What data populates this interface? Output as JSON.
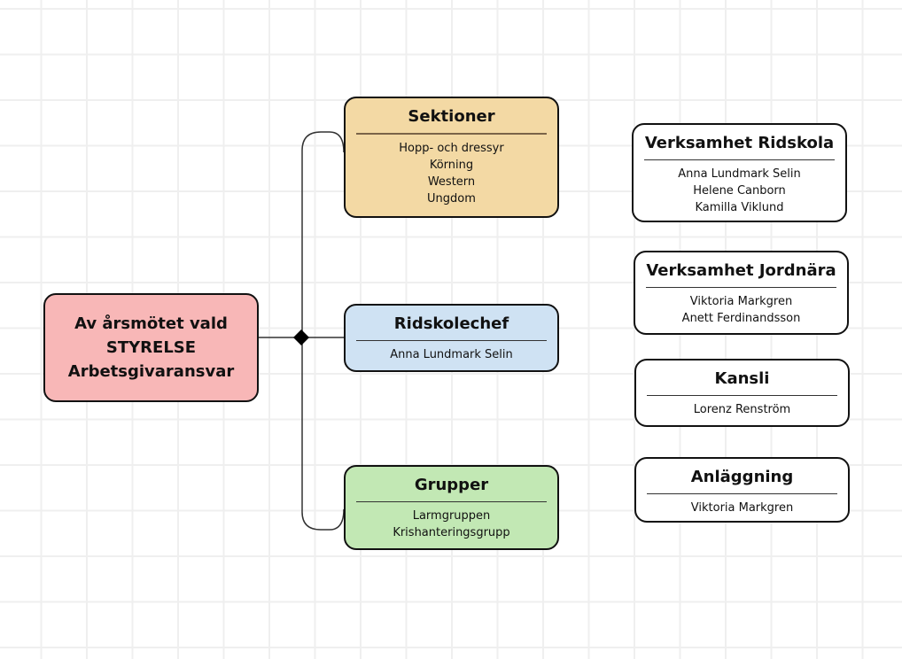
{
  "root": {
    "lines": [
      "Av årsmötet vald",
      "STYRELSE",
      "Arbetsgivaransvar"
    ]
  },
  "sektioner": {
    "title": "Sektioner",
    "items": [
      "Hopp- och dressyr",
      "Körning",
      "Western",
      "Ungdom"
    ]
  },
  "ridskolechef": {
    "title": "Ridskolechef",
    "items": [
      "Anna Lundmark Selin"
    ]
  },
  "grupper": {
    "title": "Grupper",
    "items": [
      "Larmgruppen",
      "Krishanteringsgrupp"
    ]
  },
  "ridskola": {
    "title": "Verksamhet Ridskola",
    "items": [
      "Anna Lundmark Selin",
      "Helene Canborn",
      "Kamilla Viklund"
    ]
  },
  "jordnara": {
    "title": "Verksamhet Jordnära",
    "items": [
      "Viktoria Markgren",
      "Anett Ferdinandsson"
    ]
  },
  "kansli": {
    "title": "Kansli",
    "items": [
      "Lorenz Renström"
    ]
  },
  "anlaggning": {
    "title": "Anläggning",
    "items": [
      "Viktoria Markgren"
    ]
  },
  "colors": {
    "root": "#f8b7b7",
    "sektioner": "#f3d9a4",
    "ridskolechef": "#cfe2f3",
    "grupper": "#c2e8b4"
  }
}
